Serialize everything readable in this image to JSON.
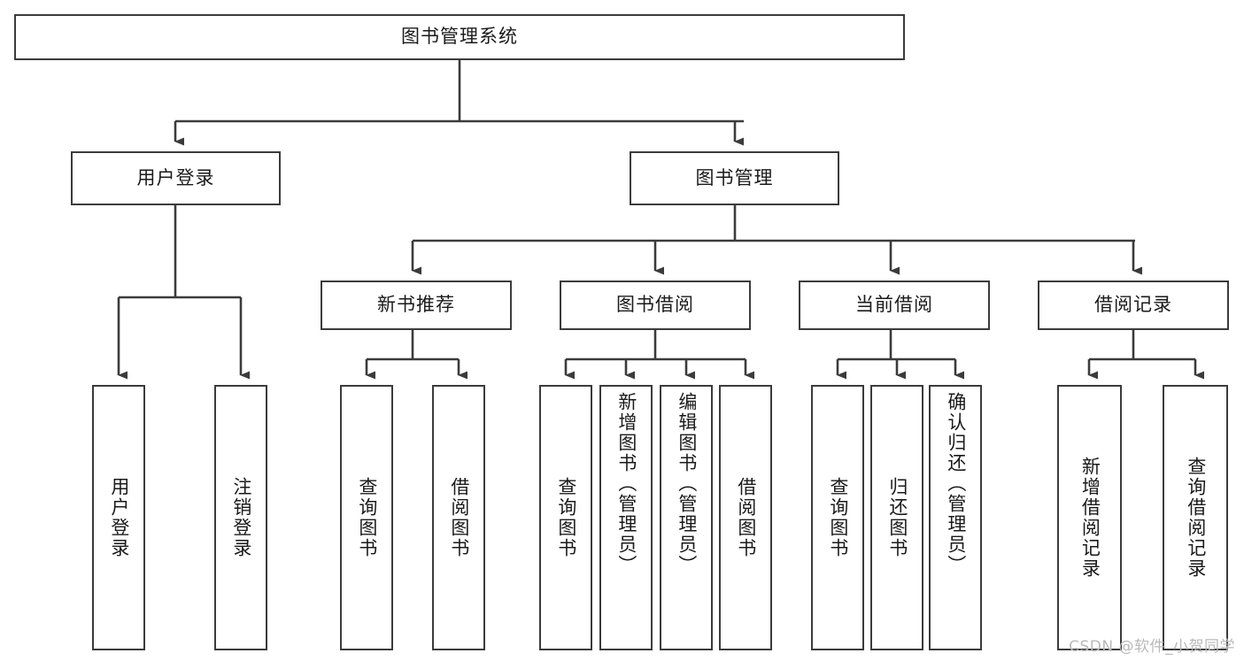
{
  "diagram": {
    "type": "tree",
    "title": "图书管理系统",
    "orientation": "top-down",
    "colors": {
      "node_border": "#3b3b3b",
      "node_fill": "#ffffff",
      "edge": "#3b3b3b",
      "text": "#1a1a1a",
      "watermark": "#b9b9b9"
    },
    "root": {
      "id": "root",
      "label": "图书管理系统"
    },
    "level2": [
      {
        "id": "user-login",
        "label": "用户登录"
      },
      {
        "id": "book-manage",
        "label": "图书管理"
      }
    ],
    "level3": [
      {
        "id": "new-book-recommend",
        "label": "新书推荐",
        "parent": "book-manage"
      },
      {
        "id": "book-borrow",
        "label": "图书借阅",
        "parent": "book-manage"
      },
      {
        "id": "current-borrow",
        "label": "当前借阅",
        "parent": "book-manage"
      },
      {
        "id": "borrow-record",
        "label": "借阅记录",
        "parent": "book-manage"
      }
    ],
    "leaves": [
      {
        "id": "leaf-user-login",
        "label": "用户登录",
        "parent": "user-login"
      },
      {
        "id": "leaf-logout",
        "label": "注销登录",
        "parent": "user-login"
      },
      {
        "id": "leaf-query-book-1",
        "label": "查询图书",
        "parent": "new-book-recommend"
      },
      {
        "id": "leaf-borrow-book-1",
        "label": "借阅图书",
        "parent": "new-book-recommend"
      },
      {
        "id": "leaf-query-book-2",
        "label": "查询图书",
        "parent": "book-borrow"
      },
      {
        "id": "leaf-add-book",
        "label": "新增图书（管理员）",
        "parent": "book-borrow"
      },
      {
        "id": "leaf-edit-book",
        "label": "编辑图书（管理员）",
        "parent": "book-borrow"
      },
      {
        "id": "leaf-borrow-book-2",
        "label": "借阅图书",
        "parent": "book-borrow"
      },
      {
        "id": "leaf-query-book-3",
        "label": "查询图书",
        "parent": "current-borrow"
      },
      {
        "id": "leaf-return-book",
        "label": "归还图书",
        "parent": "current-borrow"
      },
      {
        "id": "leaf-confirm-return",
        "label": "确认归还（管理员）",
        "parent": "current-borrow"
      },
      {
        "id": "leaf-add-record",
        "label": "新增借阅记录",
        "parent": "borrow-record"
      },
      {
        "id": "leaf-query-record",
        "label": "查询借阅记录",
        "parent": "borrow-record"
      }
    ]
  },
  "watermark": {
    "text": "CSDN @软件_小贺同学"
  }
}
